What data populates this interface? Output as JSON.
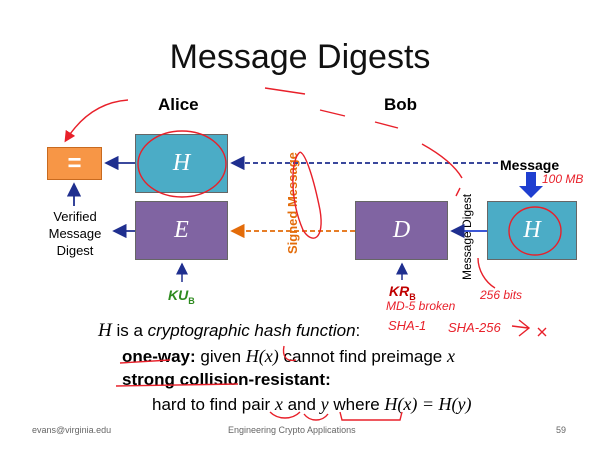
{
  "slide": {
    "title": "Message Digests",
    "alice": "Alice",
    "bob": "Bob",
    "hash_symbol": "H",
    "encrypt_symbol": "E",
    "decrypt_symbol": "D",
    "hash2_symbol": "H",
    "equals": "=",
    "message_label": "Message",
    "signed_message_label": "Signed Message",
    "message_digest_label": "Message Digest",
    "verified_line1": "Verified",
    "verified_line2": "Message",
    "verified_line3": "Digest",
    "ku_main": "KU",
    "ku_sub": "B",
    "kr_main": "KR",
    "kr_sub": "B",
    "def_h": "H",
    "def_is": " is a ",
    "def_term": "cryptographic hash function",
    "def_colon": ":",
    "oneway_label": "one-way:",
    "oneway_given": " given ",
    "oneway_hx": "H(x)",
    "oneway_rest": " cannot find preimage ",
    "oneway_x": "x",
    "strong_label": "strong collision-resistant:",
    "pair_text": "hard to find pair ",
    "pair_x": "x",
    "pair_and": " and ",
    "pair_y": "y",
    "pair_where": " where ",
    "pair_eq": "H(x) = H(y)"
  },
  "annotations": {
    "size": "100 MB",
    "bits": "256 bits",
    "md5": "MD-5 broken",
    "sha1": "SHA-1",
    "sha256": "SHA-256"
  },
  "footer": {
    "email": "evans@virginia.edu",
    "course": "Engineering Crypto Applications",
    "page": "59"
  },
  "colors": {
    "teal": "#4bacc6",
    "purple": "#8064a2",
    "orange": "#f79646",
    "arrow_blue": "#1f3fd0",
    "arrow_dark": "#1f2f8f",
    "arrow_orange": "#e36c0a",
    "pen_red": "#e8202a",
    "key_green": "#2e8b1f",
    "key_red": "#c00000"
  }
}
